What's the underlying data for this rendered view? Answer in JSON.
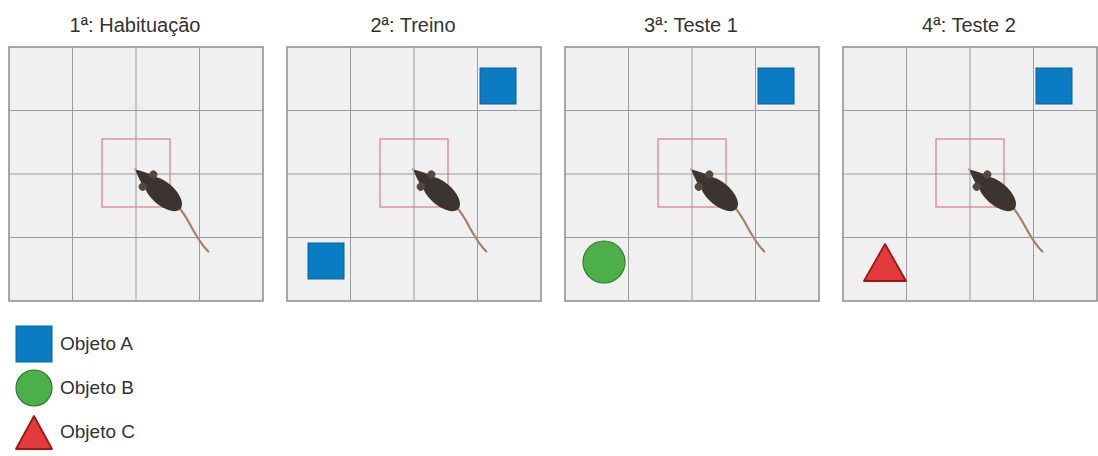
{
  "diagram": {
    "nodes": [
      {
        "text": [
          "1ª: Habituação"
        ]
      },
      {
        "text": [
          "2ª: Treino"
        ]
      },
      {
        "text": [
          "3ª: Teste 1"
        ]
      },
      {
        "text": [
          "4ª: Teste 2"
        ]
      }
    ],
    "legend": [
      {
        "text": "Objeto A",
        "color": "#0a7cc4"
      },
      {
        "text": "Objeto B"
      },
      {
        "text": "Objeto C"
      }
    ]
  }
}
